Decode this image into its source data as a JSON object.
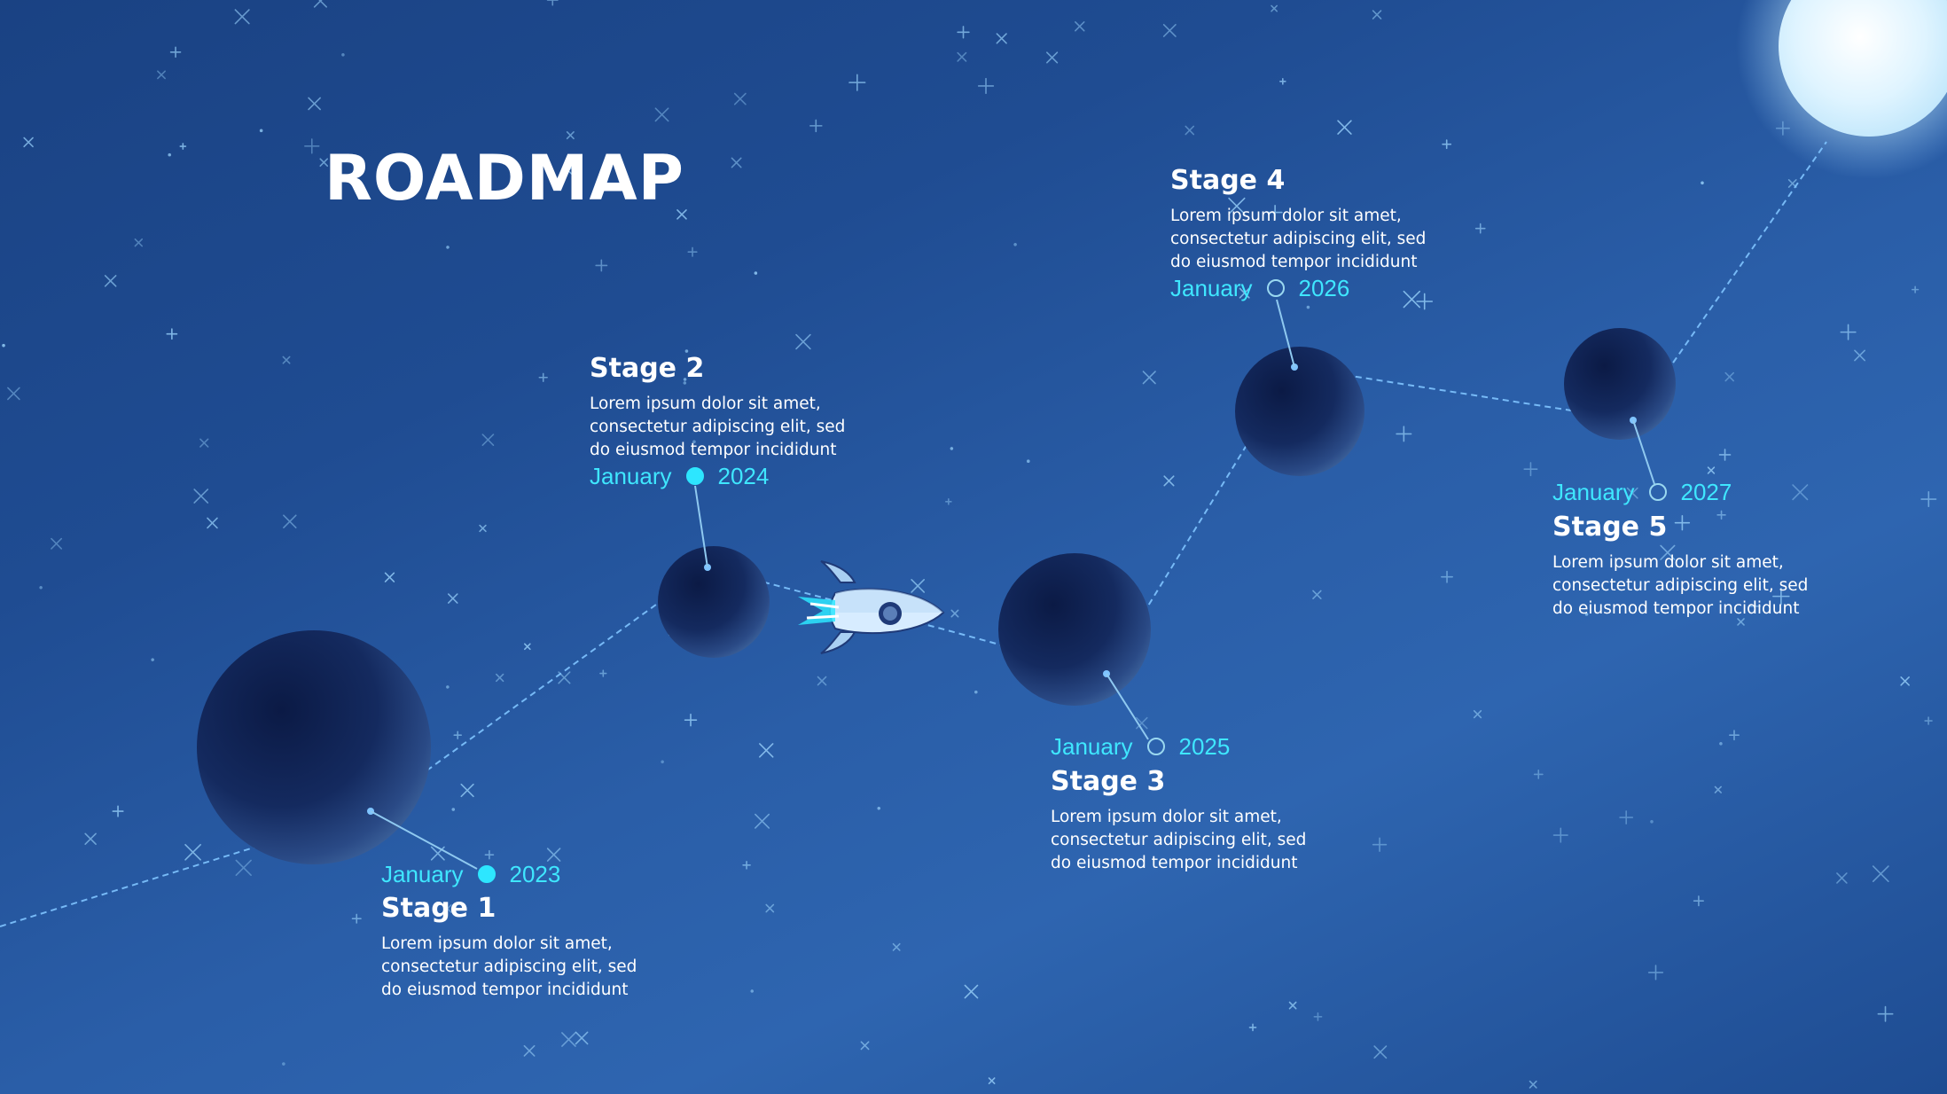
{
  "title": "ROADMAP",
  "stages": [
    {
      "name": "Stage 1",
      "description": "Lorem ipsum dolor sit amet,\nconsectetur adipiscing elit, sed\ndo eiusmod tempor incididunt",
      "month": "January",
      "year": "2023",
      "marker": "filled"
    },
    {
      "name": "Stage 2",
      "description": "Lorem ipsum dolor sit amet,\nconsectetur adipiscing elit, sed\ndo eiusmod tempor incididunt",
      "month": "January",
      "year": "2024",
      "marker": "filled"
    },
    {
      "name": "Stage 3",
      "description": "Lorem ipsum dolor sit amet,\nconsectetur adipiscing elit, sed\ndo eiusmod tempor incididunt",
      "month": "January",
      "year": "2025",
      "marker": "hollow"
    },
    {
      "name": "Stage 4",
      "description": "Lorem ipsum dolor sit amet,\nconsectetur adipiscing elit, sed\ndo eiusmod tempor incididunt",
      "month": "January",
      "year": "2026",
      "marker": "hollow"
    },
    {
      "name": "Stage 5",
      "description": "Lorem ipsum dolor sit amet,\nconsectetur adipiscing elit, sed\ndo eiusmod tempor incididunt",
      "month": "January",
      "year": "2027",
      "marker": "hollow"
    }
  ],
  "icons": {
    "rocket": "rocket-icon",
    "planet": "planet-icon",
    "star": "star-icon",
    "sun": "sun-icon"
  },
  "colors": {
    "accent": "#2de6ff",
    "date_text": "#3fe7ff",
    "path_line": "#7fc4ff",
    "planet_dark": "#0d1f4d",
    "planet_light": "#2d4a86"
  }
}
